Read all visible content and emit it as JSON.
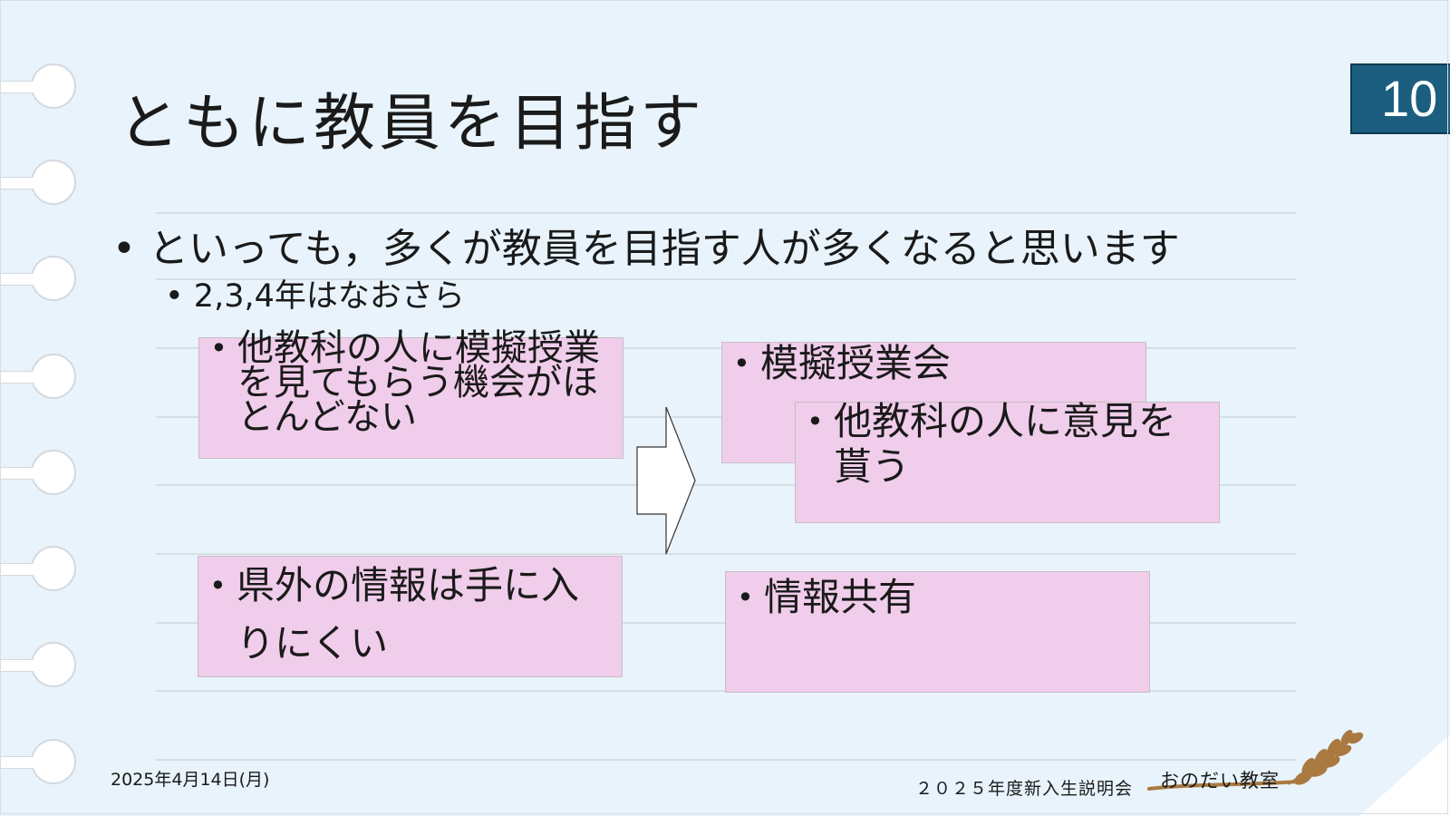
{
  "slide": {
    "title": "ともに教員を目指す",
    "page_number": "10",
    "bullets": [
      {
        "level": 1,
        "text": "といっても，多くが教員を目指す人が多くなると思います"
      },
      {
        "level": 2,
        "text": "2,3,4年はなおさら"
      }
    ],
    "boxes": {
      "problem_1": "他教科の人に模擬授業を見てもらう機会がほとんどない",
      "solution_1": "模擬授業会",
      "solution_1_sub": "他教科の人に意見を貰う",
      "problem_2": "県外の情報は手に入りにくい",
      "solution_2": "情報共有"
    },
    "bullet_glyph": "•",
    "arrow_icon": "right-arrow-icon"
  },
  "footer": {
    "date": "2025年4月14日(月)",
    "event": "２０２５年度新入生説明会",
    "logo_text": "おのだい教室",
    "logo_icon": "wheat-icon"
  },
  "colors": {
    "background": "#e8f3fb",
    "box_fill": "#f0cdea",
    "page_number_fill": "#1b5e80",
    "ruled_line": "#d6dde3",
    "logo_brown": "#a9793f"
  }
}
